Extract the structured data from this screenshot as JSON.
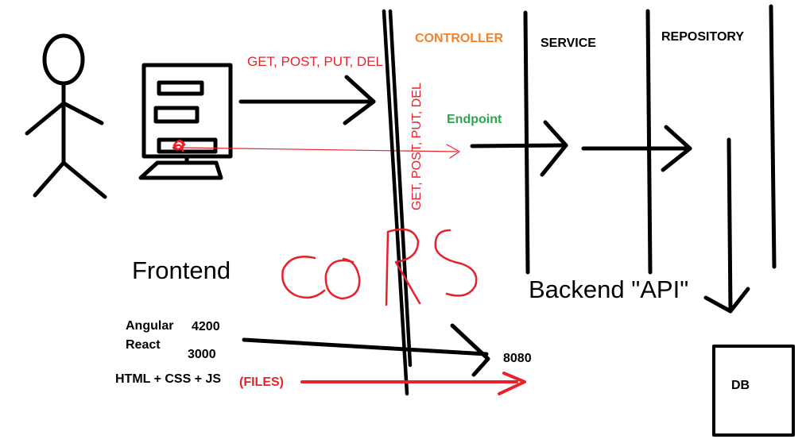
{
  "layers": {
    "controller": "CONTROLLER",
    "service": "SERVICE",
    "repository": "REPOSITORY",
    "endpoint": "Endpoint"
  },
  "http": {
    "methods_horizontal": "GET, POST, PUT, DEL",
    "methods_vertical": "GET, POST, PUT, DEL"
  },
  "sections": {
    "frontend": "Frontend",
    "backend": "Backend \"API\""
  },
  "cors": "CORS",
  "frontends": {
    "angular": "Angular",
    "angular_port": "4200",
    "react": "React",
    "react_port": "3000",
    "static": "HTML + CSS + JS",
    "static_note": "(FILES)"
  },
  "backend_port": "8080",
  "db": "DB",
  "colors": {
    "ink": "#000000",
    "red": "#e8222a",
    "controller": "#f5822a",
    "endpoint": "#2ca84a"
  },
  "icons": [
    "stick-figure-user-icon",
    "computer-monitor-icon"
  ]
}
